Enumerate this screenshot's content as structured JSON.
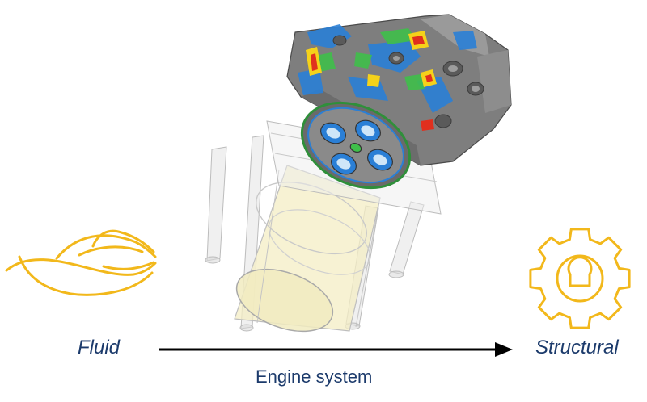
{
  "labels": {
    "left": "Fluid",
    "right": "Structural",
    "arrow_caption": "Engine system"
  },
  "icons": {
    "left": "fluid-flow-icon",
    "right": "gear-icon",
    "center": "engine-cylinder-stress-model"
  },
  "colors": {
    "icon_stroke": "#f2b81b",
    "label_text": "#1b3a6b",
    "arrow": "#000000",
    "stress_high": "#e0301e",
    "stress_mid": "#f5d21a",
    "stress_low": "#2a7fd6",
    "stress_green": "#3fbf4a"
  }
}
